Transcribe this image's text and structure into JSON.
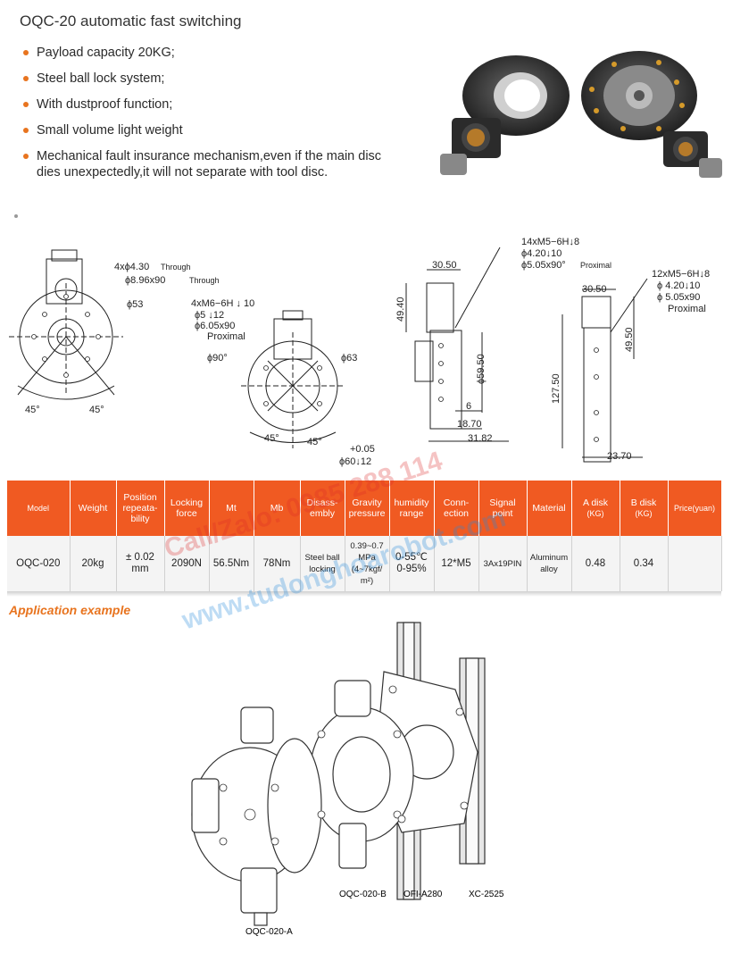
{
  "title": "OQC-20 automatic fast switching",
  "bullets": [
    "Payload capacity 20KG;",
    "Steel ball lock system;",
    "With dustproof function;",
    "Small volume light weight",
    "Mechanical fault insurance mechanism,even if the main disc dies unexpectedly,it will not separate with tool disc."
  ],
  "drawing1": {
    "holes": "4xϕ4.30",
    "holes_note": "Through",
    "cbore": "ϕ8.96x90",
    "cbore_note": "Through",
    "dia": "ϕ53",
    "angle_a": "45°",
    "angle_b": "45°"
  },
  "drawing2": {
    "thread": "4xM6−6H ↓ 10",
    "bore": "ϕ5 ↓12",
    "csink": "ϕ6.05x90",
    "csink_note": "Proximal",
    "dia_a": "ϕ90°",
    "dia_b": "ϕ63",
    "angle_a": "45°",
    "angle_b": "45°",
    "tol": "+0.05",
    "recess": "ϕ60↓12"
  },
  "drawing3": {
    "thread": "14xM5−6H↓8",
    "bore": "ϕ4.20↓10",
    "csink": "ϕ5.05x90°",
    "csink_note": "Proximal",
    "w": "30.50",
    "h1": "49.40",
    "d": "ϕ59.50",
    "v1": "6",
    "v2": "18.70",
    "v3": "31.82"
  },
  "drawing4": {
    "thread": "12xM5−6H↓8",
    "bore": "ϕ 4.20↓10",
    "csink": "ϕ 5.05x90",
    "csink_note": "Proximal",
    "w": "30.50",
    "h1": "49.50",
    "h2": "127.50",
    "v": "23.70"
  },
  "table": {
    "headers": [
      "Model",
      "Weight",
      "Position repeata-bility",
      "Locking force",
      "Mt",
      "Mb",
      "Disass-embly",
      "Gravity pressure",
      "humidity range",
      "Conn-ection",
      "Signal point",
      "Material",
      "A disk",
      "B disk",
      "Price(yuan)"
    ],
    "header_units": {
      "a": "(KG)",
      "b": "(KG)"
    },
    "row": [
      "OQC-020",
      "20kg",
      "± 0.02 mm",
      "2090N",
      "56.5Nm",
      "78Nm",
      "Steel ball locking",
      "0.39~0.7 MPa (4~7kgf/ m²)",
      "0-55℃ 0-95%",
      "12*M5",
      "3Ax19PIN",
      "Aluminum alloy",
      "0.48",
      "0.34",
      ""
    ]
  },
  "application": {
    "title": "Application example",
    "labels": [
      "OQC-020-A",
      "OQC-020-B",
      "OFI-A280",
      "XC-2525"
    ]
  },
  "watermark": {
    "line1": "Call/Zalo: 0985 288 114",
    "line2": "www.tudonghoarobot.com"
  },
  "colors": {
    "accent": "#f05a22",
    "bullet": "#e8741f"
  }
}
